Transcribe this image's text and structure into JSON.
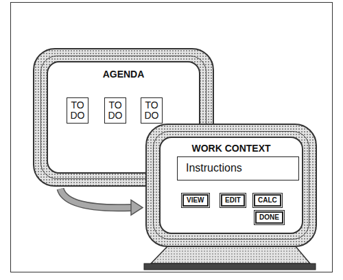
{
  "diagram": {
    "nodes": [
      {
        "text": [
          "AGENDA"
        ]
      },
      {
        "text": [
          "TO DO"
        ],
        "in": 0
      },
      {
        "text": [
          "TO DO"
        ],
        "in": 0
      },
      {
        "text": [
          "TO DO"
        ],
        "in": 0
      },
      {
        "text": [
          "WORK CONTEXT"
        ]
      },
      {
        "text": [
          "Instructions"
        ],
        "in": 4
      },
      {
        "text": [
          "VIEW"
        ],
        "in": 4
      },
      {
        "text": [
          "EDIT"
        ],
        "in": 4
      },
      {
        "text": [
          "CALC"
        ],
        "in": 4
      },
      {
        "text": [
          "DONE"
        ],
        "in": 4
      }
    ],
    "edges": [
      {
        "from": 0,
        "to": 4,
        "arrow": "to"
      }
    ]
  }
}
